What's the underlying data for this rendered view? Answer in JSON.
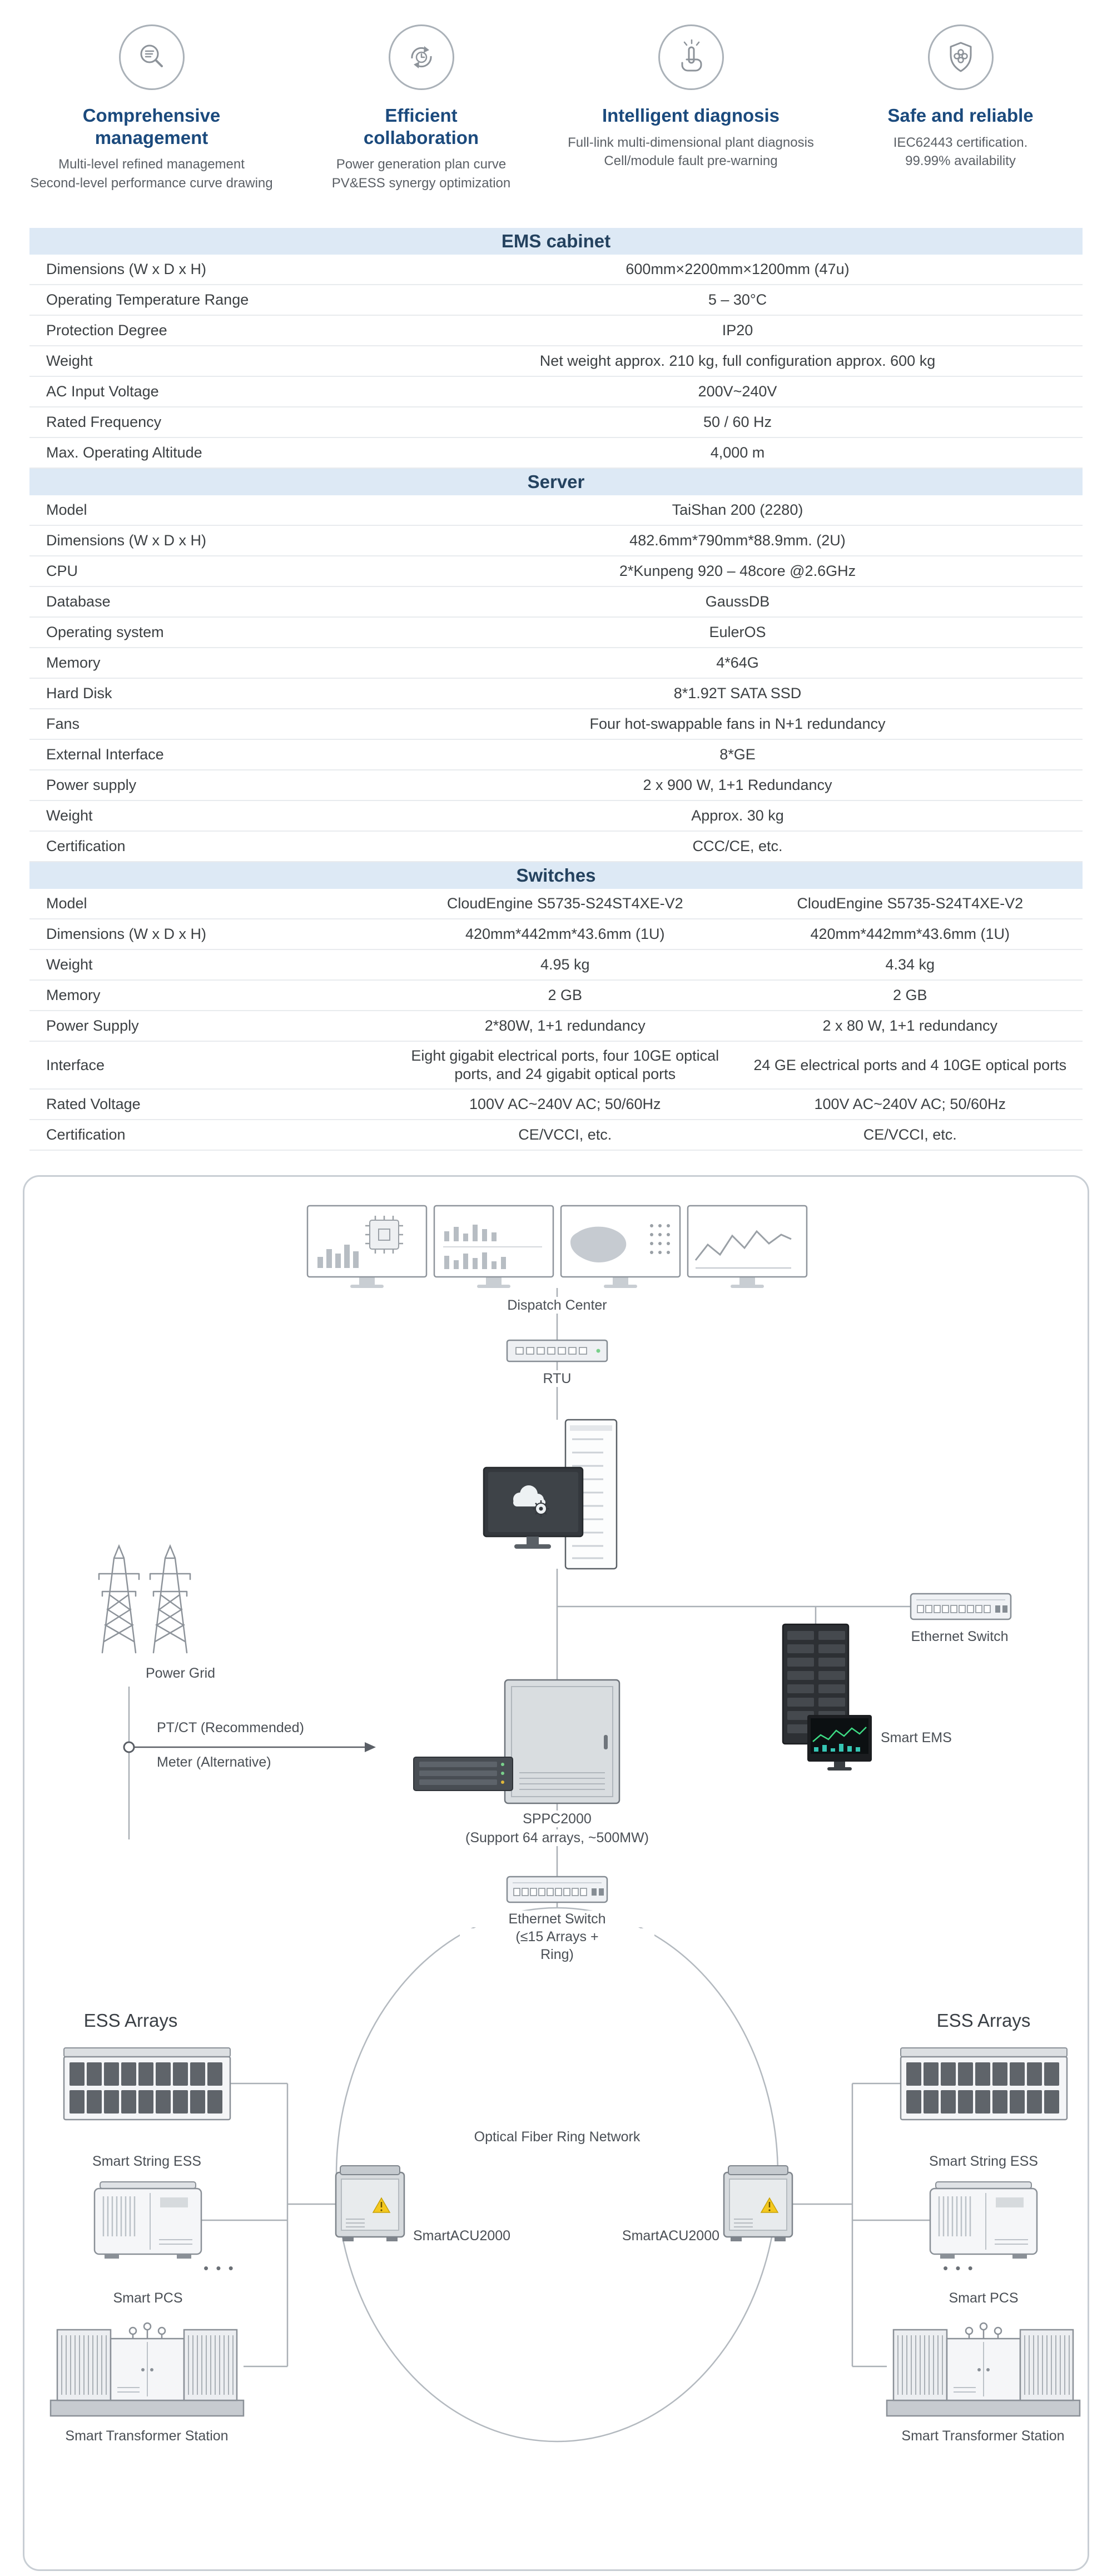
{
  "features": [
    {
      "title": "Comprehensive management",
      "line1": "Multi-level refined management",
      "line2": "Second-level performance curve drawing"
    },
    {
      "title": "Efficient collaboration",
      "line1": "Power generation plan curve",
      "line2": "PV&ESS synergy optimization"
    },
    {
      "title": "Intelligent diagnosis",
      "line1": "Full-link multi-dimensional plant diagnosis",
      "line2": "Cell/module fault pre-warning"
    },
    {
      "title": "Safe and reliable",
      "line1": "IEC62443 certification.",
      "line2": "99.99% availability"
    }
  ],
  "ems": {
    "title": "EMS cabinet",
    "rows": [
      {
        "name": "Dimensions (W x D x H)",
        "value": "600mm×2200mm×1200mm (47u)"
      },
      {
        "name": "Operating Temperature Range",
        "value": "5 – 30°C"
      },
      {
        "name": "Protection Degree",
        "value": "IP20"
      },
      {
        "name": "Weight",
        "value": "Net weight approx. 210 kg, full configuration approx. 600 kg"
      },
      {
        "name": "AC Input Voltage",
        "value": "200V~240V"
      },
      {
        "name": "Rated Frequency",
        "value": "50 / 60 Hz"
      },
      {
        "name": "Max. Operating Altitude",
        "value": "4,000 m"
      }
    ]
  },
  "server": {
    "title": "Server",
    "rows": [
      {
        "name": "Model",
        "value": "TaiShan 200 (2280)"
      },
      {
        "name": "Dimensions (W x D x H)",
        "value": "482.6mm*790mm*88.9mm. (2U)"
      },
      {
        "name": "CPU",
        "value": "2*Kunpeng 920 – 48core @2.6GHz"
      },
      {
        "name": "Database",
        "value": "GaussDB"
      },
      {
        "name": "Operating system",
        "value": "EulerOS"
      },
      {
        "name": "Memory",
        "value": "4*64G"
      },
      {
        "name": "Hard Disk",
        "value": "8*1.92T SATA SSD"
      },
      {
        "name": "Fans",
        "value": "Four hot-swappable fans in N+1 redundancy"
      },
      {
        "name": "External Interface",
        "value": "8*GE"
      },
      {
        "name": "Power supply",
        "value": "2 x 900 W, 1+1 Redundancy"
      },
      {
        "name": "Weight",
        "value": "Approx. 30 kg"
      },
      {
        "name": "Certification",
        "value": "CCC/CE, etc."
      }
    ]
  },
  "switches": {
    "title": "Switches",
    "rows": [
      {
        "name": "Model",
        "v1": "CloudEngine S5735-S24ST4XE-V2",
        "v2": "CloudEngine S5735-S24T4XE-V2"
      },
      {
        "name": "Dimensions (W x D x H)",
        "v1": "420mm*442mm*43.6mm (1U)",
        "v2": "420mm*442mm*43.6mm (1U)"
      },
      {
        "name": "Weight",
        "v1": "4.95 kg",
        "v2": "4.34 kg"
      },
      {
        "name": "Memory",
        "v1": "2 GB",
        "v2": "2 GB"
      },
      {
        "name": "Power Supply",
        "v1": "2*80W, 1+1 redundancy",
        "v2": "2 x 80 W, 1+1 redundancy"
      },
      {
        "name": "Interface",
        "v1": "Eight gigabit electrical ports, four 10GE optical ports, and 24 gigabit optical ports",
        "v2": "24 GE electrical ports and 4 10GE optical ports"
      },
      {
        "name": "Rated Voltage",
        "v1": "100V AC~240V AC; 50/60Hz",
        "v2": "100V AC~240V AC; 50/60Hz"
      },
      {
        "name": "Certification",
        "v1": "CE/VCCI, etc.",
        "v2": "CE/VCCI, etc."
      }
    ]
  },
  "diagram": {
    "dispatch_center": "Dispatch Center",
    "rtu": "RTU",
    "power_grid": "Power Grid",
    "pt_ct": "PT/CT (Recommended)",
    "meter": "Meter (Alternative)",
    "ethernet_switch": "Ethernet Switch",
    "smart_ems": "Smart EMS",
    "sppc": "SPPC2000",
    "sppc_sub": "(Support 64 arrays, ~500MW)",
    "switch_mid_1": "Ethernet Switch",
    "switch_mid_2": "(≤15 Arrays +",
    "switch_mid_3": "Ring)",
    "ring": "Optical Fiber Ring Network",
    "acu": "SmartACU2000",
    "ess_arrays": "ESS Arrays",
    "string_ess": "Smart String ESS",
    "pcs": "Smart PCS",
    "sts": "Smart Transformer Station",
    "dots": "• • •"
  }
}
